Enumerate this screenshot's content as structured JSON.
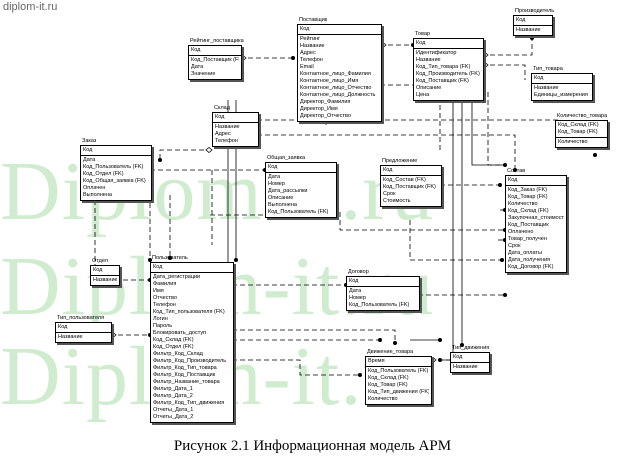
{
  "site": "diplom-it.ru",
  "watermark": "Diplom-it.ru",
  "caption": "Рисунок 2.1 Информационная модель АРМ",
  "entities": [
    {
      "id": "rating",
      "name": "Рейтинг_поставщика",
      "key": [
        "Код"
      ],
      "attrs": [
        "Код_Поставщик (FK)",
        "Дата",
        "Значение"
      ]
    },
    {
      "id": "supplier",
      "name": "Поставщик",
      "key": [
        "Код"
      ],
      "attrs": [
        "Рейтинг",
        "Название",
        "Адрес",
        "Телефон",
        "Email",
        "Контактное_лицо_Фамилия",
        "Контактное_лицо_Имя",
        "Контактное_лицо_Отчество",
        "Контактное_лицо_Должность",
        "Директор_Фамилия",
        "Директор_Имя",
        "Директор_Отчество"
      ]
    },
    {
      "id": "product",
      "name": "Товар",
      "key": [
        "Код"
      ],
      "attrs": [
        "Идентификатор",
        "Название",
        "Код_Тип_товара (FK)",
        "Код_Производитель (FK)",
        "Код_Поставщик (FK)",
        "Описание",
        "Цена"
      ]
    },
    {
      "id": "maker",
      "name": "Производитель",
      "key": [
        "Код"
      ],
      "attrs": [
        "Название"
      ]
    },
    {
      "id": "ptype",
      "name": "Тип_товара",
      "key": [
        "Код"
      ],
      "attrs": [
        "Название",
        "Единицы_измерения"
      ]
    },
    {
      "id": "warehouse",
      "name": "Склад",
      "key": [
        "Код"
      ],
      "attrs": [
        "Название",
        "Адрес",
        "Телефон"
      ]
    },
    {
      "id": "qty",
      "name": "Количество_товара",
      "key": [
        "Код_Склад (FK)",
        "Код_Товар (FK)"
      ],
      "attrs": [
        "Количество"
      ]
    },
    {
      "id": "order",
      "name": "Заказ",
      "key": [
        "Код"
      ],
      "attrs": [
        "Дата",
        "Код_Пользователь (FK)",
        "Код_Отдел (FK)",
        "Код_Общая_заявка (FK)",
        "Оплачен",
        "Выполнена"
      ]
    },
    {
      "id": "common",
      "name": "Общая_заявка",
      "key": [
        "Код"
      ],
      "attrs": [
        "Дата",
        "Номер",
        "Дата_рассылки",
        "Описание",
        "Выполнена",
        "Код_Пользователь (FK)"
      ]
    },
    {
      "id": "offer",
      "name": "Предложение",
      "key": [
        "Код"
      ],
      "attrs": [
        "Код_Состав (FK)",
        "Код_Поставщик (FK)",
        "Срок",
        "Стоимость"
      ]
    },
    {
      "id": "compos",
      "name": "Состав",
      "key": [
        "Код"
      ],
      "attrs": [
        "Код_Заказ (FK)",
        "Код_Товар (FK)",
        "Количество",
        "Код_Склад (FK)",
        "Закупочная_стоимость",
        "Код_Поставщик",
        "Оплачено",
        "Товар_получен",
        "Срок",
        "Дата_оплаты",
        "Дата_получения",
        "Код_Договор (FK)"
      ]
    },
    {
      "id": "dept",
      "name": "Отдел",
      "key": [
        "Код"
      ],
      "attrs": [
        "Название"
      ]
    },
    {
      "id": "user",
      "name": "Пользователь",
      "key": [
        "Код"
      ],
      "attrs": [
        "Дата_регистрации",
        "Фамилия",
        "Имя",
        "Отчество",
        "Телефон",
        "Код_Тип_пользователя (FK)",
        "Логин",
        "Пароль",
        "Блокировать_доступ",
        "Код_Склад (FK)",
        "Код_Отдел (FK)",
        "Фильтр_Код_Склад",
        "Фильтр_Код_Производитель",
        "Фильтр_Код_Тип_товара",
        "Фильтр_Код_Поставщик",
        "Фильтр_Название_товара",
        "Фильтр_Дата_1",
        "Фильтр_Дата_2",
        "Фильтр_Код_Тип_движения",
        "Отчеты_Дата_1",
        "Отчеты_Дата_2"
      ]
    },
    {
      "id": "contract",
      "name": "Договор",
      "key": [
        "Код"
      ],
      "attrs": [
        "Дата",
        "Номер",
        "Код_Пользователь (FK)"
      ]
    },
    {
      "id": "utype",
      "name": "Тип_пользователя",
      "key": [
        "Код"
      ],
      "attrs": [
        "Название"
      ]
    },
    {
      "id": "move",
      "name": "Движение_товара",
      "key": [
        "Время"
      ],
      "attrs": [
        "Код_Пользователь (FK)",
        "Код_Склад (FK)",
        "Код_Товар (FK)",
        "Код_Тип_движения (FK)",
        "Количество"
      ]
    },
    {
      "id": "mtype",
      "name": "Тип_движения",
      "key": [
        "Код"
      ],
      "attrs": [
        "Название"
      ]
    }
  ]
}
